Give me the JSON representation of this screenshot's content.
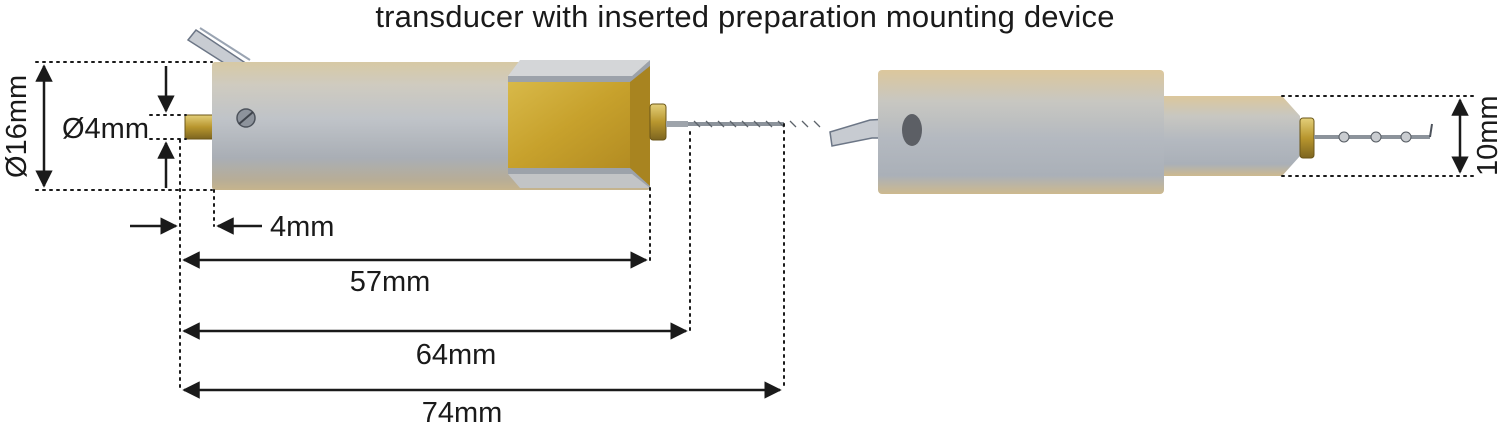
{
  "title": "transducer with inserted preparation mounting device",
  "dimensions": {
    "diameter_body": "Ø16mm",
    "diameter_pin": "Ø4mm",
    "pin_length": "4mm",
    "length_body": "57mm",
    "length_tip_base": "64mm",
    "length_total": "74mm",
    "diameter_tip_end": "10mm"
  },
  "colors": {
    "aluminum": "#b9bcc0",
    "brass": "#c9a630",
    "ink": "#1a1a1a"
  }
}
